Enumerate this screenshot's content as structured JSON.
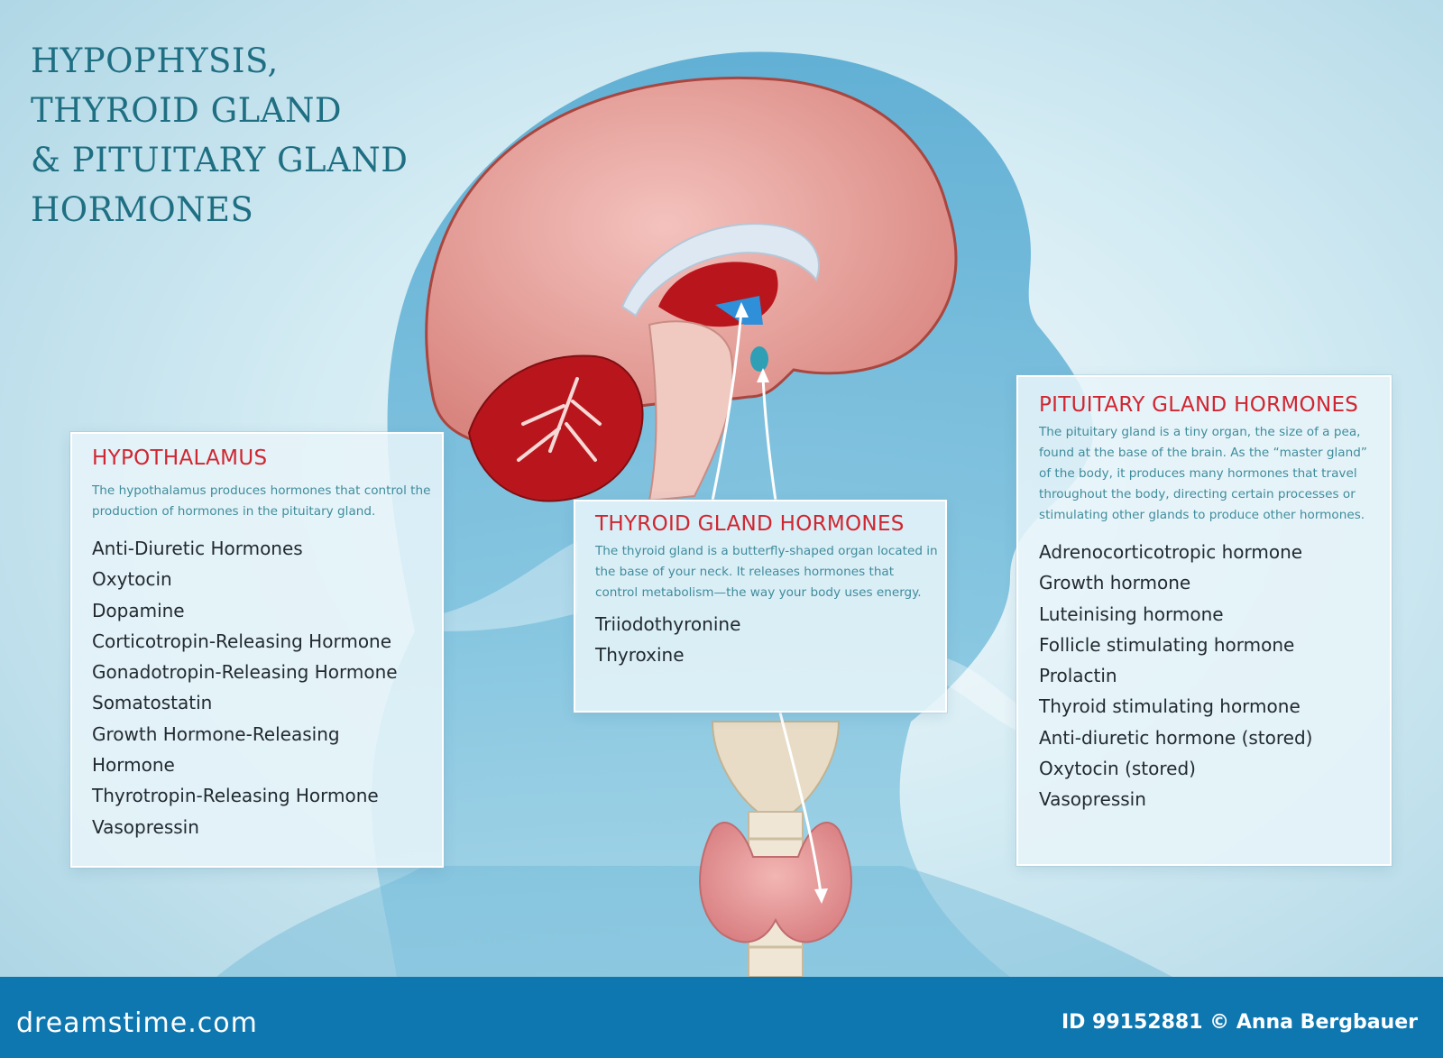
{
  "title": {
    "line1": "HYPOPHYSIS,",
    "line2": "THYROID GLAND",
    "line3": "& PITUITARY GLAND",
    "line4": "HORMONES"
  },
  "hypothalamus": {
    "heading": "HYPOTHALAMUS",
    "description": "The hypothalamus produces hormones that control the production of hormones in the pituitary gland.",
    "hormones": [
      "Anti-Diuretic Hormones",
      "Oxytocin",
      "Dopamine",
      "Corticotropin-Releasing Hormone",
      "Gonadotropin-Releasing Hormone",
      "Somatostatin",
      "Growth Hormone-Releasing",
      "Hormone",
      "Thyrotropin-Releasing Hormone",
      "Vasopressin"
    ]
  },
  "thyroid": {
    "heading": "THYROID GLAND HORMONES",
    "description": "The thyroid gland is a butterfly-shaped organ located in the base of your neck. It releases hormones that control metabolism—the way your body uses energy.",
    "hormones": [
      "Triiodothyronine",
      "Thyroxine"
    ]
  },
  "pituitary": {
    "heading": "PITUITARY GLAND HORMONES",
    "description": "The pituitary gland is a tiny organ, the size of a pea, found at the base of the brain. As the “master gland” of the body, it produces many hormones that travel throughout the body, directing certain processes or stimulating other glands to produce other hormones.",
    "hormones": [
      "Adrenocorticotropic hormone",
      "Growth hormone",
      "Luteinising hormone",
      "Follicle stimulating hormone",
      "Prolactin",
      "Thyroid stimulating hormone",
      "Anti-diuretic hormone  (stored)",
      "Oxytocin (stored)",
      "Vasopressin"
    ]
  },
  "footer": {
    "brand": "dreamstime.com",
    "credit": "ID 99152881 © Anna Bergbauer"
  },
  "colors": {
    "title": "#1f6f83",
    "heading": "#d02631",
    "description": "#3f8c9c",
    "footer": "#0e77b0",
    "brain": "#e8a6a3",
    "brain_inner": "#b8161c",
    "thyroid": "#e49a9a",
    "pituitary": "#2f8fd8"
  }
}
